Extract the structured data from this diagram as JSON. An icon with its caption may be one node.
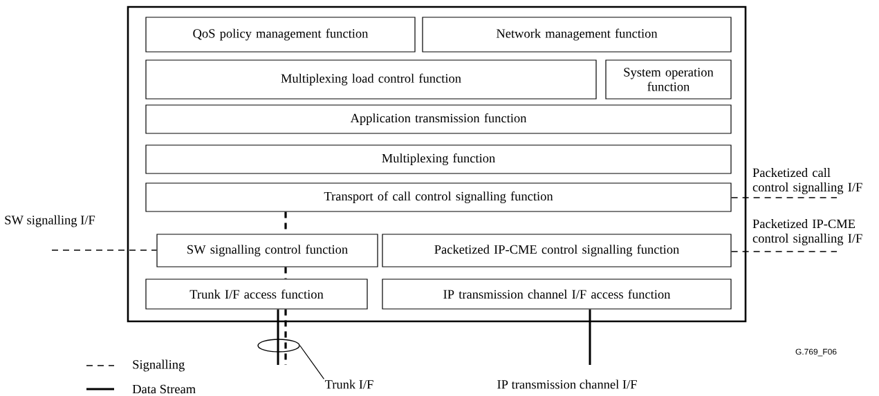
{
  "diagram": {
    "nodes": [
      {
        "text": [],
        "shape": "box"
      },
      {
        "text": [
          "QoS policy management function"
        ],
        "in": 0
      },
      {
        "text": [
          "Network management function"
        ],
        "in": 0
      },
      {
        "text": [
          "Multiplexing load control function"
        ],
        "in": 0
      },
      {
        "text": [
          "System operation function"
        ],
        "in": 0
      },
      {
        "text": [
          "Application transmission function"
        ],
        "in": 0
      },
      {
        "text": [
          "Multiplexing function"
        ],
        "in": 0
      },
      {
        "text": [
          "Transport of call control signalling function"
        ],
        "in": 0
      },
      {
        "text": [
          "SW signalling control function"
        ],
        "in": 0
      },
      {
        "text": [
          "Packetized IP-CME control signalling function"
        ],
        "in": 0
      },
      {
        "text": [
          "Trunk I/F access function"
        ],
        "in": 0
      },
      {
        "text": [
          "IP transmission channel I/F access function"
        ],
        "in": 0
      },
      {
        "text": [
          "Trunk I/F"
        ]
      },
      {
        "text": [],
        "shape": "ellipse"
      }
    ],
    "edges": [
      {
        "from": null,
        "to": 8,
        "arrow": "none",
        "style": "dashed",
        "label": "SW signalling I/F"
      },
      {
        "from": 7,
        "to": null,
        "arrow": "none",
        "style": "dashed",
        "label": "Packetized call control signalling I/F"
      },
      {
        "from": 9,
        "to": null,
        "arrow": "none",
        "style": "dashed",
        "label": "Packetized IP-CME control signalling I/F"
      },
      {
        "from": 7,
        "to": 8,
        "arrow": "none",
        "style": "dashed"
      },
      {
        "from": 8,
        "to": 10,
        "arrow": "none",
        "style": "dashed"
      },
      {
        "from": 10,
        "to": null,
        "arrow": "none",
        "style": "dashed"
      },
      {
        "from": 10,
        "to": null,
        "arrow": "none"
      },
      {
        "from": 11,
        "to": null,
        "arrow": "none",
        "label": "IP transmission channel I/F"
      },
      {
        "from": 12,
        "to": 13,
        "arrow": "none"
      }
    ],
    "labels": [
      "G.769_F06"
    ],
    "legend": [
      {
        "text": "Signalling"
      },
      {
        "text": "Data Stream"
      }
    ]
  }
}
